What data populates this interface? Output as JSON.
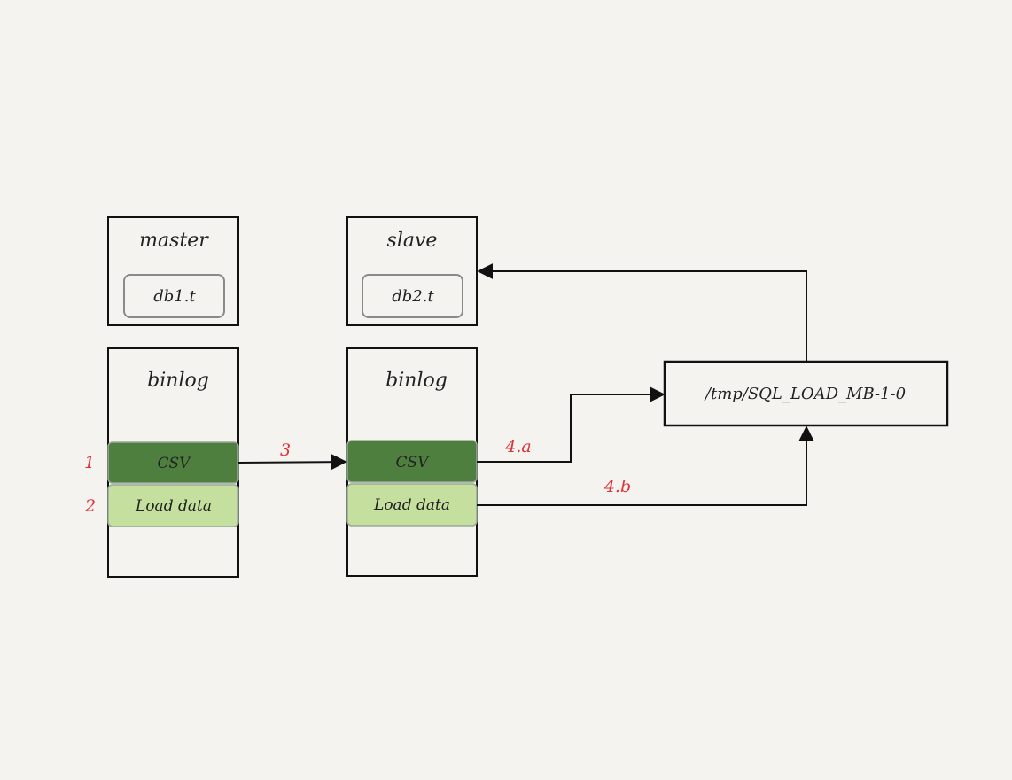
{
  "master": {
    "title": "master",
    "table": "db1.t"
  },
  "slave": {
    "title": "slave",
    "table": "db2.t"
  },
  "master_binlog": {
    "title": "binlog",
    "csv": "CSV",
    "load": "Load data"
  },
  "slave_binlog": {
    "title": "binlog",
    "csv": "CSV",
    "load": "Load data"
  },
  "temp_file": "/tmp/SQL_LOAD_MB-1-0",
  "steps": {
    "s1": "1",
    "s2": "2",
    "s3": "3",
    "s4a": "4.a",
    "s4b": "4.b"
  },
  "colors": {
    "csv_fill": "#4f7f3e",
    "load_fill": "#c5df9e",
    "step_label": "#e0323a",
    "line": "#111111"
  }
}
